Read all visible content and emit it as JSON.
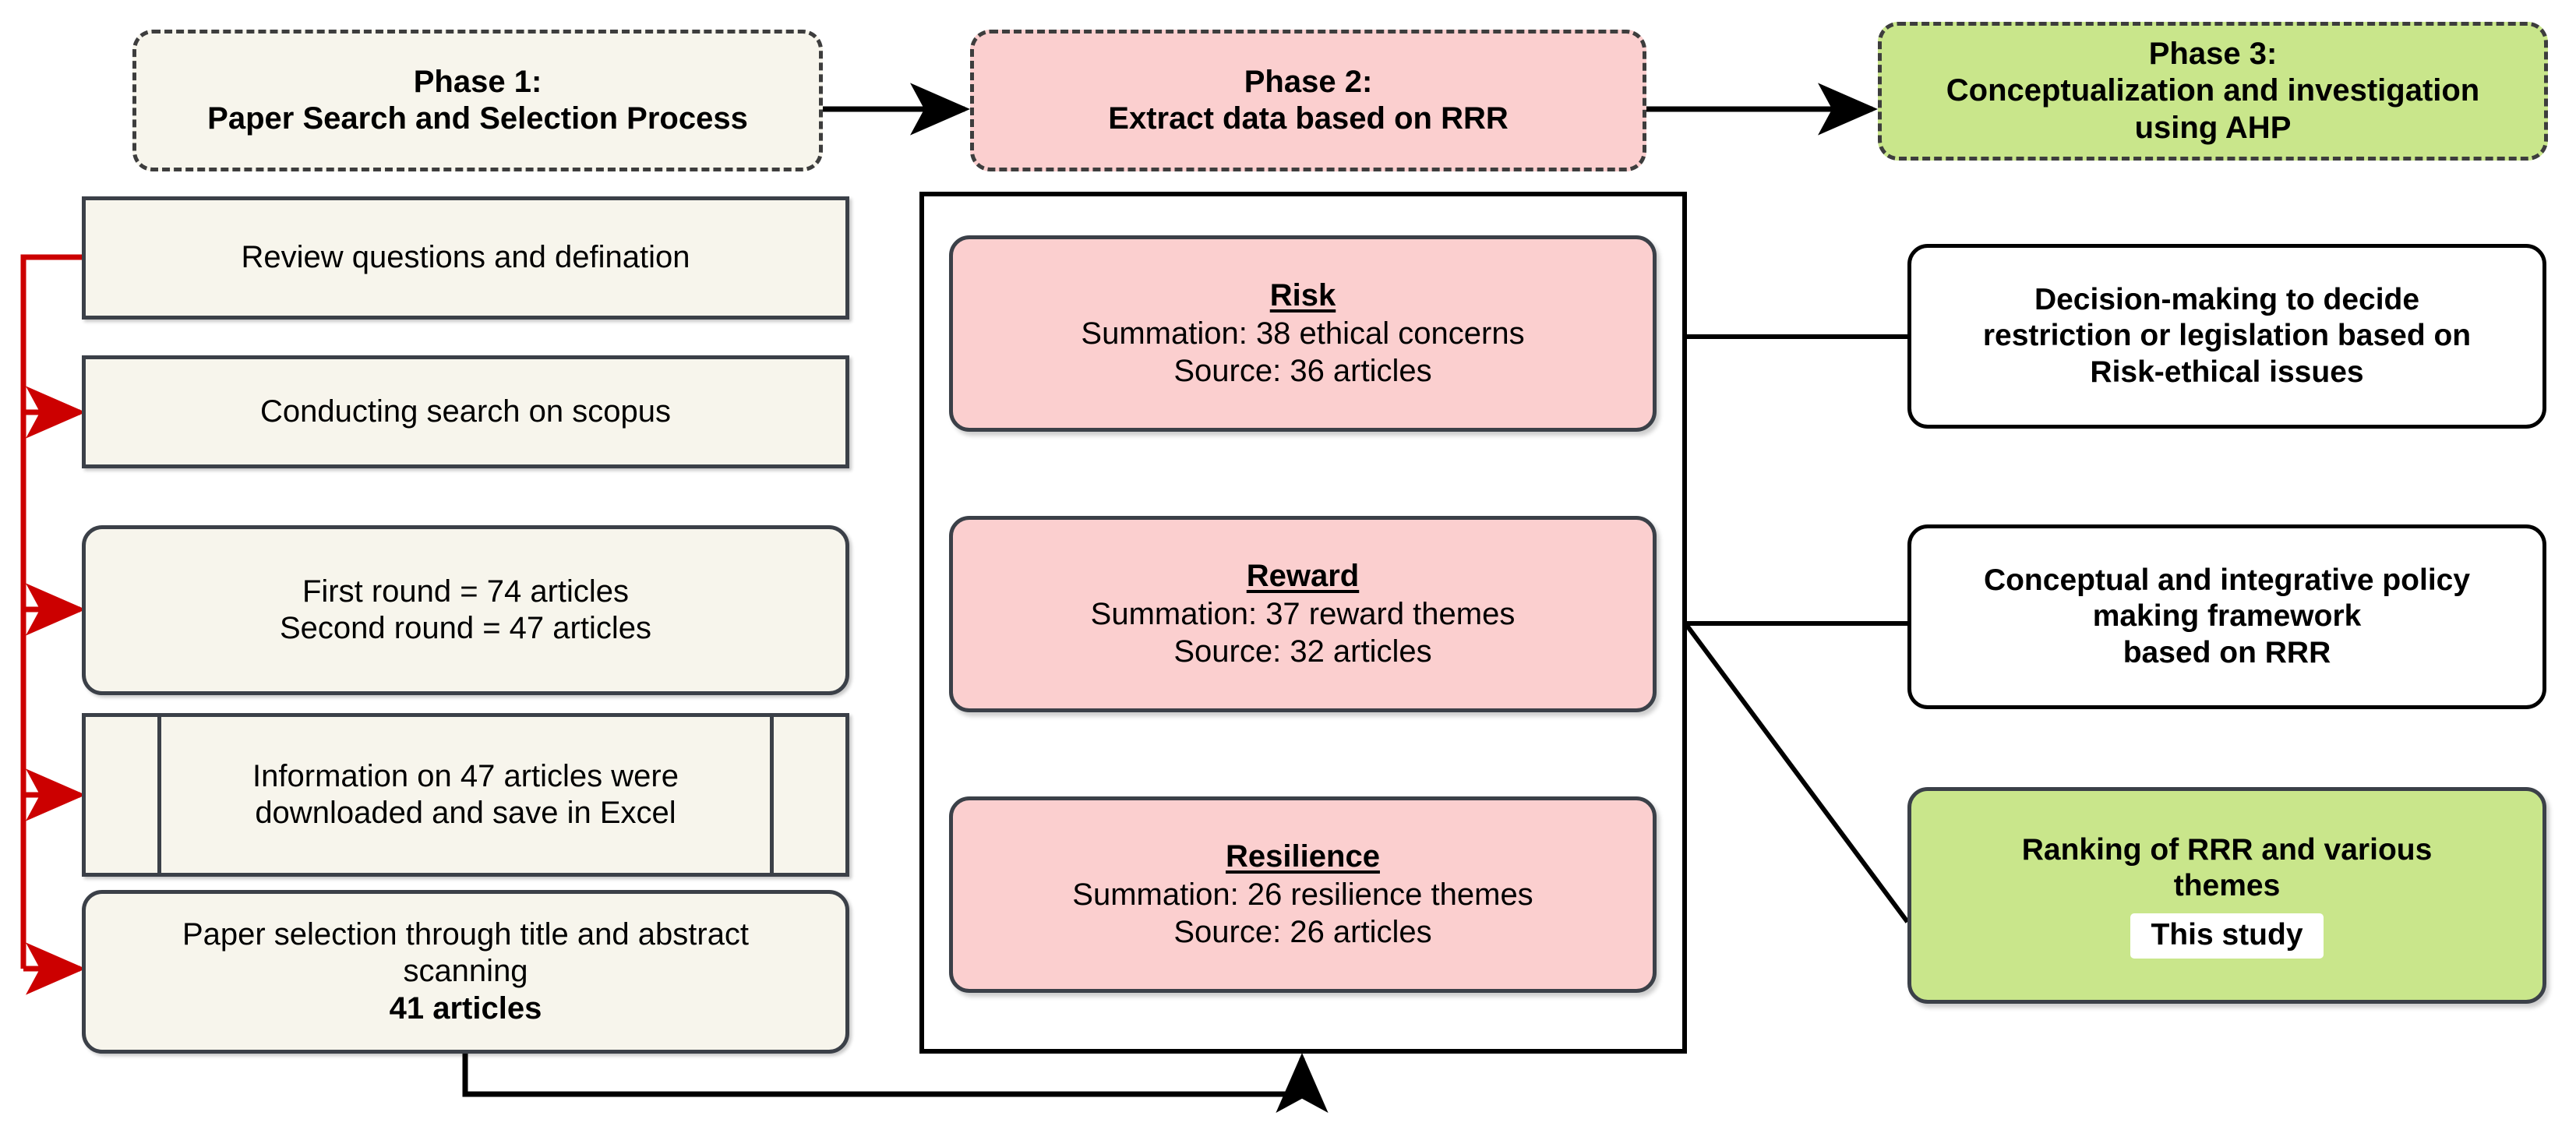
{
  "diagram": {
    "title": "Research methodology flowchart: RRR paper search, data extraction and AHP analysis",
    "colors": {
      "cream": "#f7f5ec",
      "pink": "#fbcfcf",
      "green": "#c9e68b",
      "white": "#ffffff",
      "outline_dark": "#3b4048",
      "outline_black": "#000000",
      "red_connector": "#cc0000"
    }
  },
  "phases": [
    {
      "id": "phase-1",
      "line1": "Phase 1:",
      "line2": "Paper Search and Selection Process"
    },
    {
      "id": "phase-2",
      "line1": "Phase 2:",
      "line2": "Extract data based on RRR"
    },
    {
      "id": "phase-3",
      "line1": "Phase 3:",
      "line2": "Conceptualization and investigation",
      "line3": "using AHP"
    }
  ],
  "left_column": [
    {
      "id": "review-questions",
      "line1": "Review questions and defination"
    },
    {
      "id": "conducting-search",
      "line1": "Conducting search on scopus"
    },
    {
      "id": "rounds",
      "line1": "First round = 74 articles",
      "line2": "Second round = 47 articles"
    },
    {
      "id": "information-excel",
      "line1": "Information on 47 articles were",
      "line2": "downloaded and save in Excel"
    },
    {
      "id": "paper-selection",
      "line1": "Paper selection through title and abstract",
      "line2": "scanning",
      "line3": "41 articles"
    }
  ],
  "rrr_boxes": [
    {
      "id": "risk",
      "title": "Risk",
      "line1": "Summation: 38 ethical concerns",
      "line2": "Source: 36 articles"
    },
    {
      "id": "reward",
      "title": "Reward",
      "line1": "Summation: 37 reward themes",
      "line2": "Source: 32 articles"
    },
    {
      "id": "resilience",
      "title": "Resilience",
      "line1": "Summation: 26 resilience themes",
      "line2": "Source: 26 articles"
    }
  ],
  "outcomes": [
    {
      "id": "decision-making",
      "line1": "Decision-making to decide",
      "line2": "restriction or legislation based on",
      "line3": "Risk-ethical issues"
    },
    {
      "id": "policy-framework",
      "line1": "Conceptual and integrative policy",
      "line2": "making framework",
      "line3": "based on RRR"
    },
    {
      "id": "ranking",
      "line1": "Ranking of RRR and various",
      "line2": "themes",
      "chip": "This study"
    }
  ]
}
